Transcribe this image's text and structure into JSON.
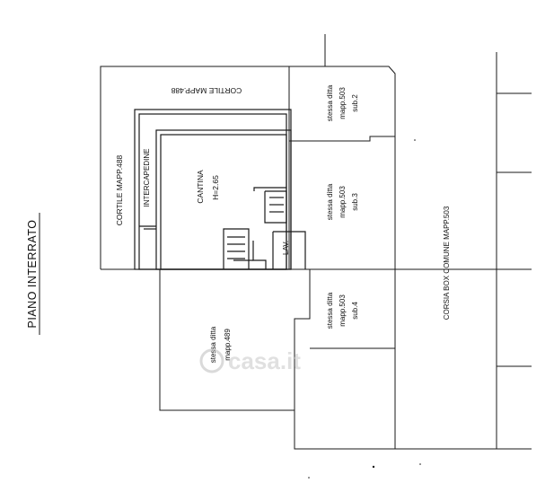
{
  "floor_title": "PIANO INTERRATO",
  "rooms": {
    "courtyard_top": "CORTILE MAPP.488",
    "courtyard_left": "CORTILE MAPP.488",
    "cavity": "INTERCAPEDINE",
    "cellar_name": "CANTINA",
    "cellar_height": "H=2.65",
    "laundry": "LAV.",
    "corridor": "CORSIA BOX COMUNE MAPP.503"
  },
  "neighbors": {
    "sub2": [
      "stessa ditta",
      "mapp.503",
      "sub.2"
    ],
    "sub3": [
      "stessa ditta",
      "mapp.503",
      "sub.3"
    ],
    "sub4": [
      "stessa ditta",
      "mapp.503",
      "sub.4"
    ],
    "mapp489": [
      "stessa ditta",
      "mapp.489"
    ]
  },
  "watermark": "casa.it",
  "colors": {
    "line": "#1a1a1a",
    "wall": "#555555",
    "watermark": "#cfcfcf"
  }
}
